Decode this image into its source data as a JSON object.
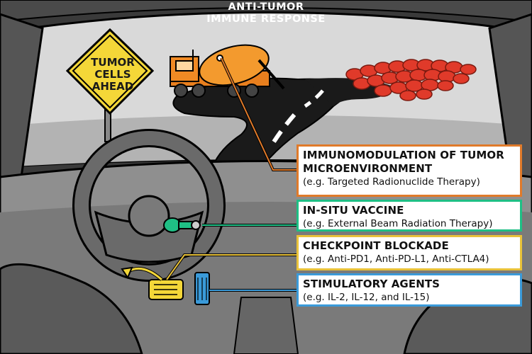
{
  "title": {
    "line1": "ANTI-TUMOR",
    "line2": "IMMUNE RESPONSE"
  },
  "sign": {
    "line1": "TUMOR",
    "line2": "CELLS",
    "line3": "AHEAD"
  },
  "boxes": {
    "immunomodulation": {
      "heading_line1": "IMMUNOMODULATION OF TUMOR",
      "heading_line2": "MICROENVIRONMENT",
      "example": "(e.g. Targeted Radionuclide Therapy)",
      "color": "#e07a2a"
    },
    "vaccine": {
      "heading": "IN-SITU VACCINE",
      "example": "(e.g. External Beam Radiation Therapy)",
      "color": "#1fbf85"
    },
    "checkpoint": {
      "heading": "CHECKPOINT BLOCKADE",
      "example": "(e.g. Anti-PD1, Anti-PD-L1, Anti-CTLA4)",
      "color": "#e9c239"
    },
    "stimulatory": {
      "heading": "STIMULATORY AGENTS",
      "example": "(e.g. IL-2, IL-12, and IL-15)",
      "color": "#3a9ad9"
    }
  },
  "icons": [
    "cement-truck-icon",
    "tumor-cells-icon",
    "steering-wheel-icon",
    "ignition-key-icon",
    "brake-pedal-icon",
    "gas-pedal-icon",
    "warning-sign-icon"
  ]
}
